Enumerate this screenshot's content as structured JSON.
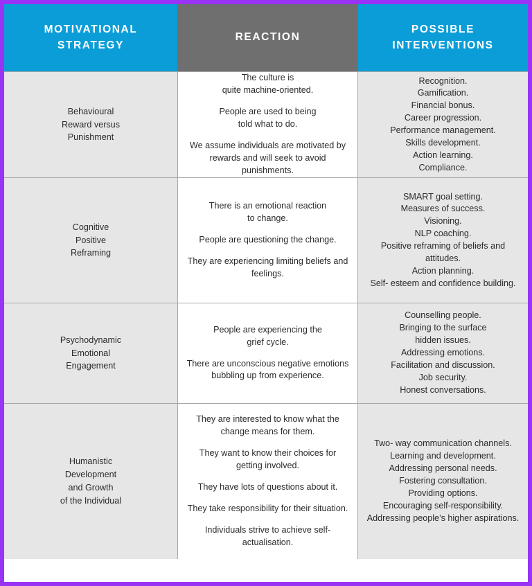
{
  "title": "Motivational Strategy / Reaction / Possible Interventions table",
  "colors": {
    "outer_border": "#9933f5",
    "header_blue": "#0b9dd7",
    "header_grey": "#6f6f6f",
    "cell_shade": "#e6e6e6",
    "cell_plain": "#ffffff",
    "grid_line": "#a8a8a8",
    "text": "#2b2b2b"
  },
  "header": {
    "columns": [
      {
        "label_lines": [
          "MOTIVATIONAL",
          "STRATEGY"
        ],
        "style": "blue"
      },
      {
        "label_lines": [
          "REACTION"
        ],
        "style": "grey"
      },
      {
        "label_lines": [
          "POSSIBLE",
          "INTERVENTIONS"
        ],
        "style": "blue"
      }
    ]
  },
  "rows": [
    {
      "strategy_lines": [
        "Behavioural",
        "Reward versus",
        "Punishment"
      ],
      "reaction_paragraphs": [
        [
          "The culture is",
          "quite machine-oriented."
        ],
        [
          "People are used to being",
          "told what to do."
        ],
        [
          "We assume individuals are motivated by",
          "rewards and will seek to avoid punishments."
        ]
      ],
      "intervention_lines": [
        "Recognition.",
        "Gamification.",
        "Financial bonus.",
        "Career progression.",
        "Performance management.",
        "Skills development.",
        "Action learning.",
        "Compliance."
      ]
    },
    {
      "strategy_lines": [
        "Cognitive",
        "Positive",
        "Reframing"
      ],
      "reaction_paragraphs": [
        [
          "There is an emotional reaction",
          "to change."
        ],
        [
          "People are questioning the change."
        ],
        [
          "They are experiencing limiting beliefs and",
          "feelings."
        ]
      ],
      "intervention_lines": [
        "SMART goal setting.",
        "Measures of success.",
        "Visioning.",
        "NLP coaching.",
        "Positive reframing of beliefs and",
        "attitudes.",
        "Action planning.",
        "Self- esteem and confidence building."
      ]
    },
    {
      "strategy_lines": [
        "Psychodynamic",
        "Emotional",
        "Engagement"
      ],
      "reaction_paragraphs": [
        [
          "People are experiencing the",
          "grief cycle."
        ],
        [
          "There are unconscious negative emotions",
          "bubbling up from experience."
        ]
      ],
      "intervention_lines": [
        "Counselling people.",
        "Bringing to the surface",
        "hidden issues.",
        "Addressing emotions.",
        "Facilitation and discussion.",
        "Job security.",
        "Honest conversations."
      ]
    },
    {
      "strategy_lines": [
        "Humanistic",
        "Development",
        "and Growth",
        "of the Individual"
      ],
      "reaction_paragraphs": [
        [
          "They are interested to know what the",
          "change means for them."
        ],
        [
          "They want to know their choices for",
          "getting involved."
        ],
        [
          "They have lots of questions about it."
        ],
        [
          "They take responsibility for their situation."
        ],
        [
          "Individuals strive to achieve self-",
          "actualisation."
        ]
      ],
      "intervention_lines": [
        "Two- way communication channels.",
        "Learning and development.",
        "Addressing personal needs.",
        "Fostering consultation.",
        "Providing options.",
        "Encouraging self-responsibility.",
        "Addressing people’s higher aspirations."
      ]
    }
  ]
}
